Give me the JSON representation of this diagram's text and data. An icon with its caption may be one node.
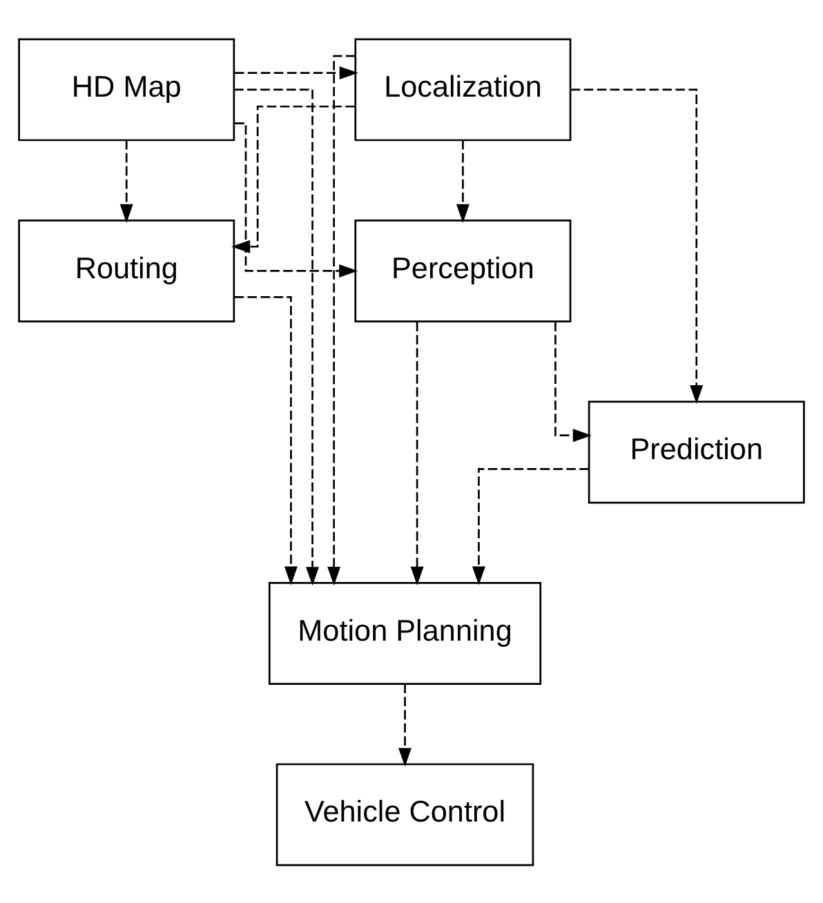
{
  "diagram": {
    "nodes": [
      {
        "text": [
          "Localization"
        ]
      },
      {
        "text": [
          "HD Map"
        ]
      },
      {
        "text": [
          "Perception"
        ]
      },
      {
        "text": [
          "Routing"
        ]
      },
      {
        "text": [
          "Prediction"
        ]
      },
      {
        "text": [
          "Motion Planning"
        ]
      },
      {
        "text": [
          "Vehicle Control"
        ]
      }
    ],
    "edges": [
      {
        "from": 1,
        "to": 0,
        "arrow": "to",
        "style": "dashed"
      },
      {
        "from": 1,
        "to": 2,
        "arrow": "to",
        "style": "dashed"
      },
      {
        "from": 1,
        "to": 3,
        "arrow": "to",
        "style": "dashed"
      },
      {
        "from": 1,
        "to": 5,
        "arrow": "to",
        "style": "dashed"
      },
      {
        "from": 0,
        "to": 2,
        "arrow": "to",
        "style": "dashed"
      },
      {
        "from": 0,
        "to": 3,
        "arrow": "to",
        "style": "dashed"
      },
      {
        "from": 0,
        "to": 4,
        "arrow": "to",
        "style": "dashed"
      },
      {
        "from": 0,
        "to": 5,
        "arrow": "to",
        "style": "dashed"
      },
      {
        "from": 2,
        "to": 4,
        "arrow": "to",
        "style": "dashed"
      },
      {
        "from": 2,
        "to": 5,
        "arrow": "to",
        "style": "dashed"
      },
      {
        "from": 4,
        "to": 5,
        "arrow": "to",
        "style": "dashed"
      },
      {
        "from": 3,
        "to": 5,
        "arrow": "to",
        "style": "dashed"
      },
      {
        "from": 5,
        "to": 6,
        "arrow": "to",
        "style": "dashed"
      }
    ]
  }
}
